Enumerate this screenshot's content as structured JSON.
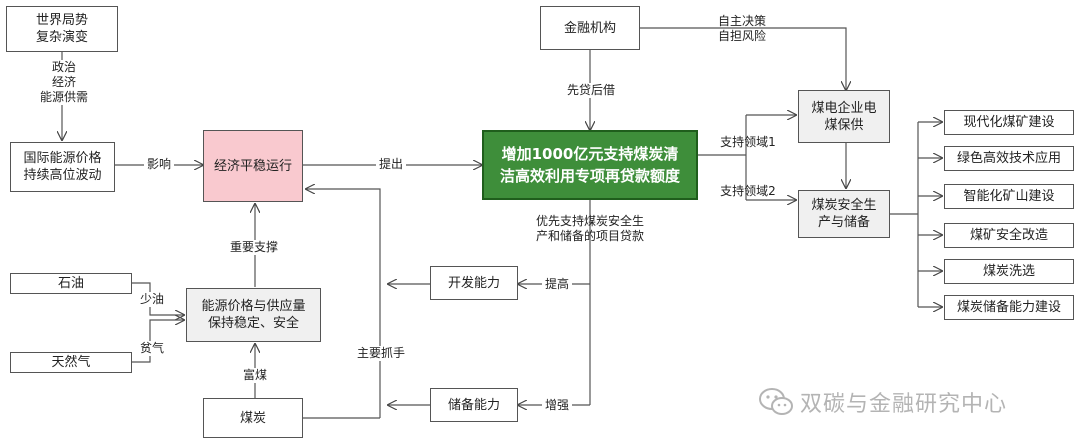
{
  "nodes": {
    "world": "世界局势\n复杂演变",
    "intl_price": "国际能源价格\n持续高位波动",
    "economy": "经济平稳运行",
    "core": "增加1000亿元支持煤炭清\n洁高效利用专项再贷款额度",
    "finance": "金融机构",
    "coal_power": "煤电企业电\n煤保供",
    "coal_safety": "煤炭安全生\n产与储备",
    "energy_stable": "能源价格与供应量\n保持稳定、安全",
    "oil": "石油",
    "gas": "天然气",
    "coal": "煤炭",
    "dev_cap": "开发能力",
    "storage_cap": "储备能力",
    "right_items": [
      "现代化煤矿建设",
      "绿色高效技术应用",
      "智能化矿山建设",
      "煤矿安全改造",
      "煤炭洗选",
      "煤炭储备能力建设"
    ]
  },
  "labels": {
    "politics": "政治\n经济\n能源供需",
    "influence": "影响",
    "propose": "提出",
    "loan_first": "先贷后借",
    "self_decide": "自主决策\n自担风险",
    "area1": "支持领域1",
    "area2": "支持领域2",
    "priority": "优先支持煤炭安全生\n产和储备的项目贷款",
    "key_support": "重要支撑",
    "main_grip": "主要抓手",
    "less_oil": "少油",
    "poor_gas": "贫气",
    "rich_coal": "富煤",
    "raise": "提高",
    "strengthen": "增强"
  },
  "watermark": "双碳与金融研究中心"
}
